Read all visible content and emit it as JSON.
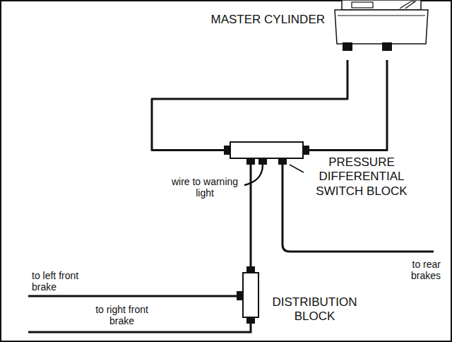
{
  "diagram": {
    "nodes": [
      {
        "text": [
          "MASTER CYLINDER"
        ]
      },
      {
        "text": [
          "PRESSURE DIFFERENTIAL SWITCH BLOCK"
        ]
      },
      {
        "text": [
          "DISTRIBUTION BLOCK"
        ]
      }
    ],
    "edges": [
      {
        "from": 0,
        "to": 1,
        "arrow": "none"
      },
      {
        "from": 0,
        "to": 1,
        "arrow": "none"
      },
      {
        "from": 1,
        "to": 2,
        "arrow": "none"
      }
    ],
    "labels": [
      "wire to warning light",
      "to left front brake",
      "to right front brake",
      "to rear brakes"
    ]
  }
}
